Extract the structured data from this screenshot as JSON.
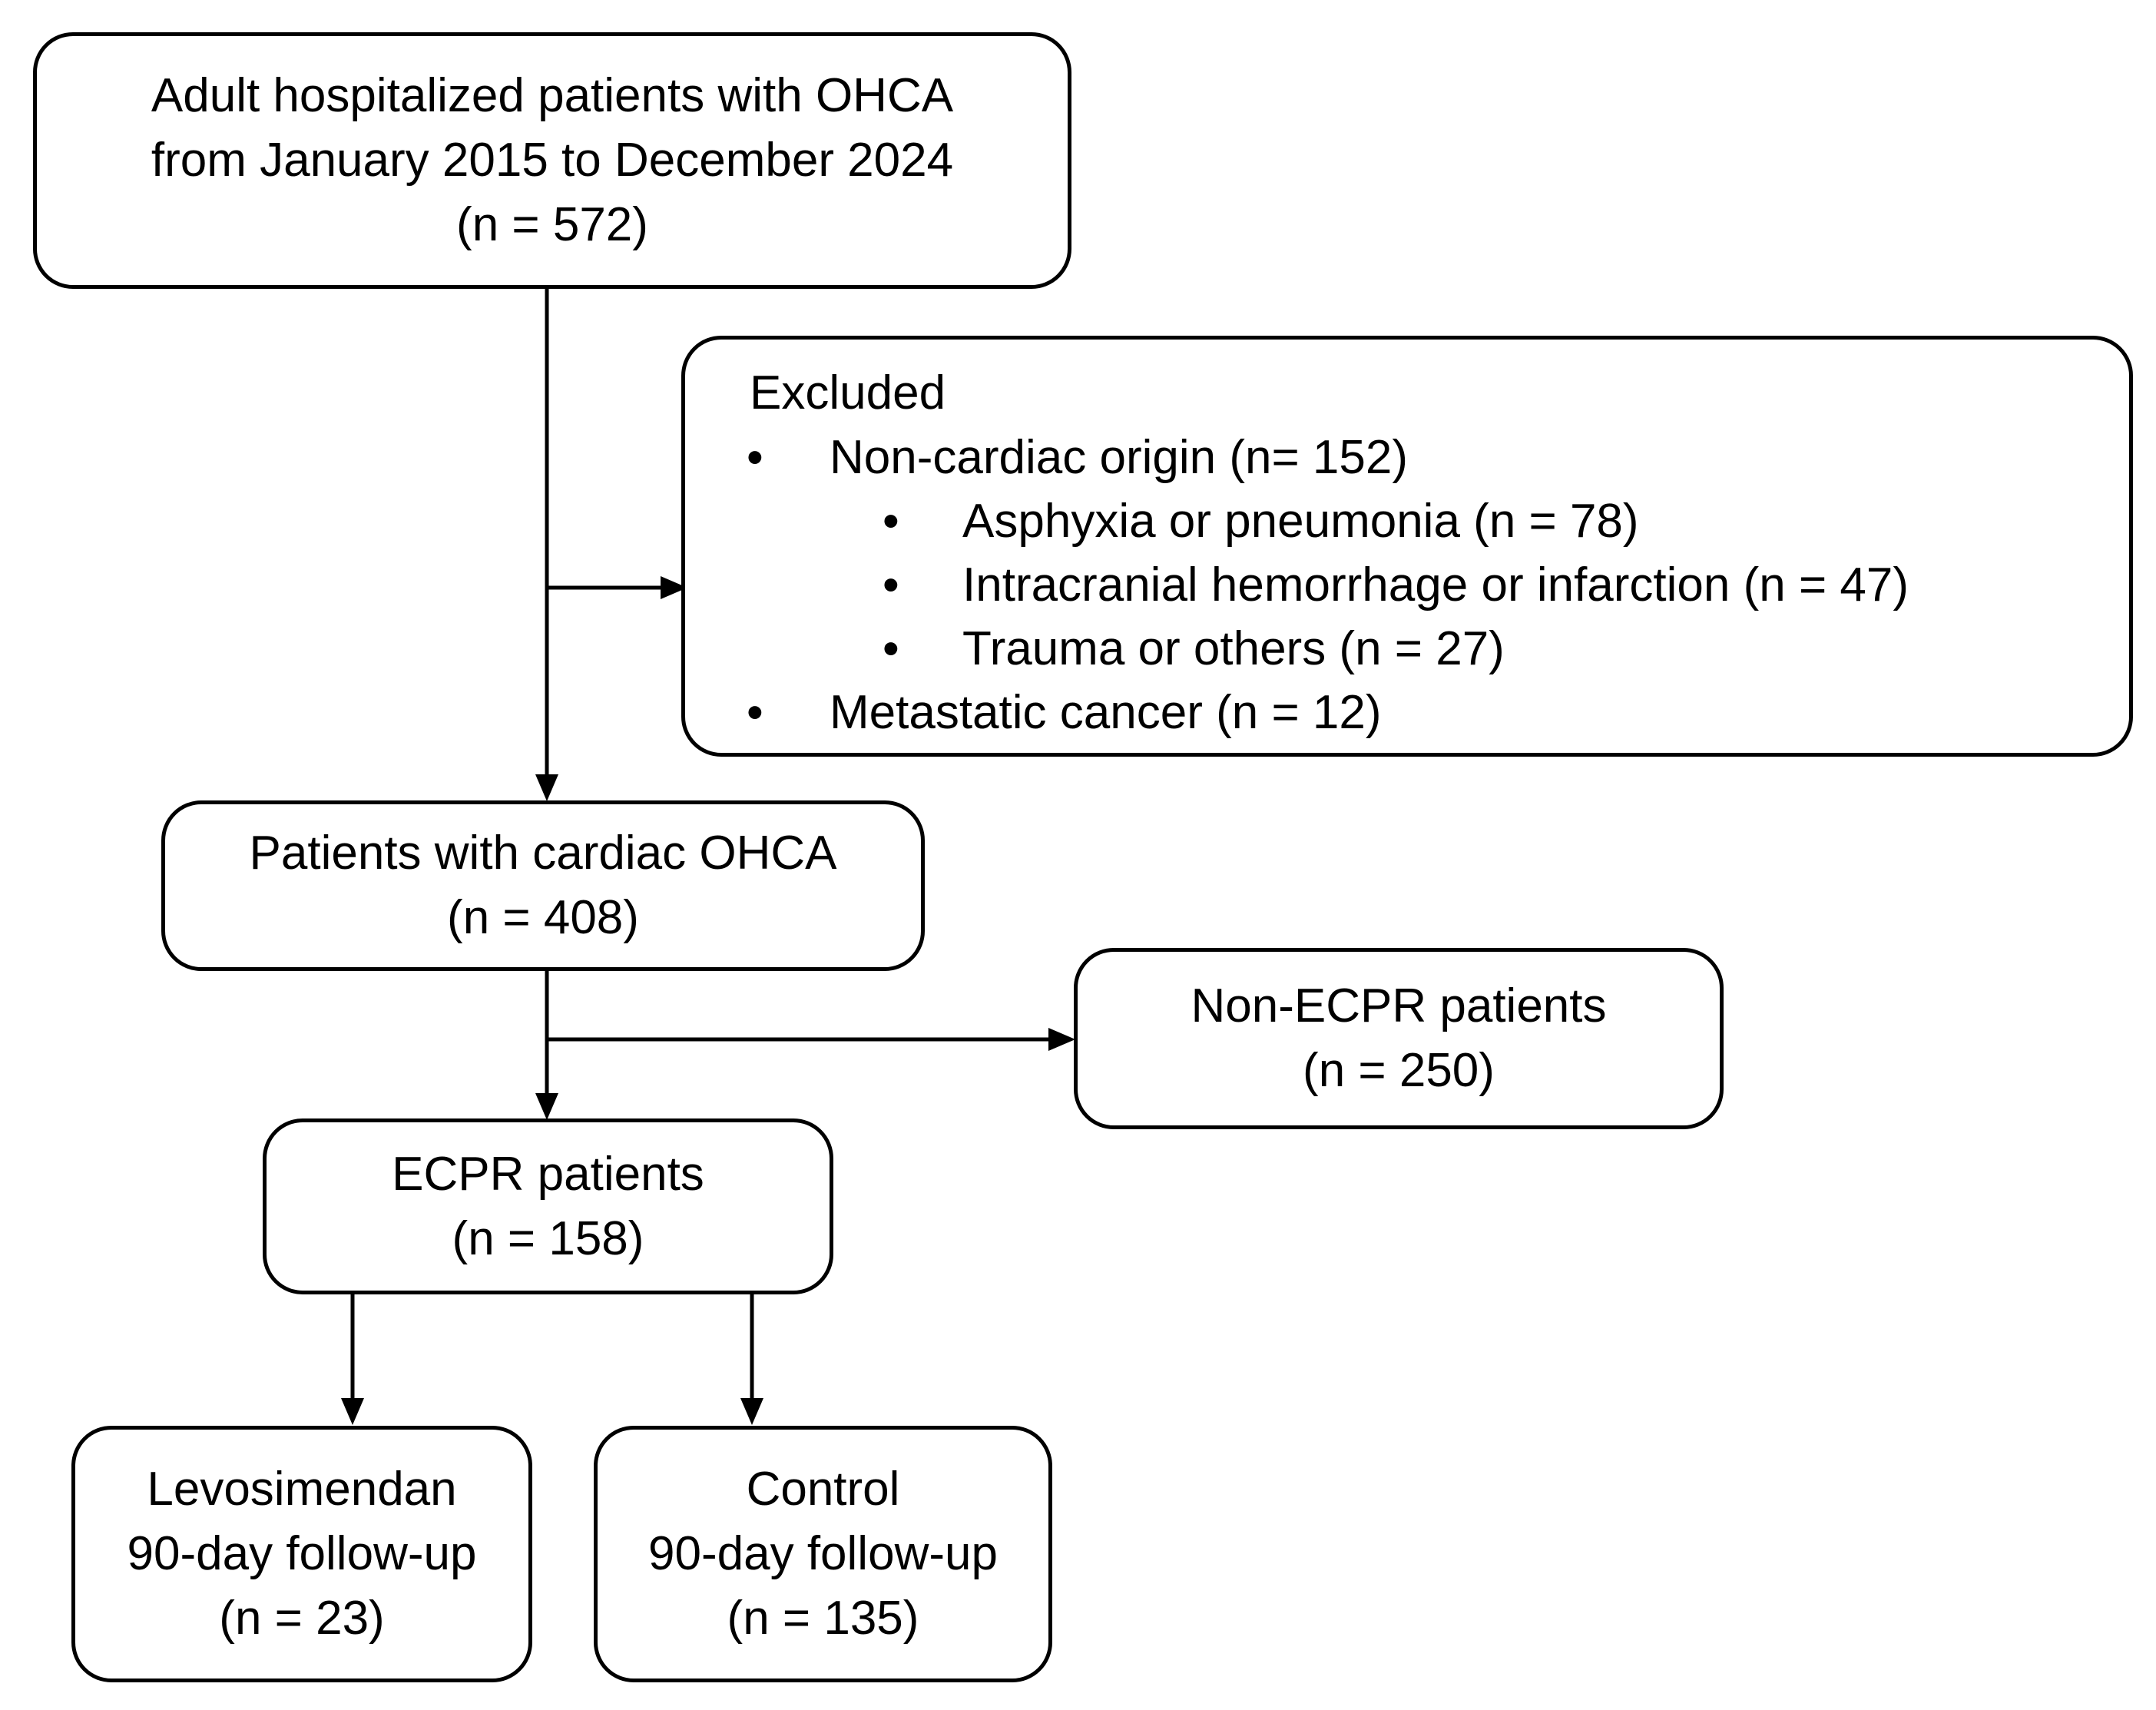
{
  "boxes": {
    "all": {
      "lines": [
        "Adult hospitalized patients with OHCA",
        "from January 2015 to December 2024",
        "(n = 572)"
      ]
    },
    "excluded": {
      "title": "Excluded",
      "items": [
        {
          "bullet": "•",
          "text": "Non-cardiac origin (n= 152)"
        },
        {
          "bullet": "•",
          "text": "Asphyxia or pneumonia (n = 78)"
        },
        {
          "bullet": "•",
          "text": "Intracranial hemorrhage or infarction (n = 47)"
        },
        {
          "bullet": "•",
          "text": "Trauma or others (n = 27)"
        },
        {
          "bullet": "•",
          "text": "Metastatic cancer (n = 12)"
        }
      ]
    },
    "cardiac": {
      "lines": [
        "Patients with cardiac OHCA",
        "(n = 408)"
      ]
    },
    "non_ecpr": {
      "lines": [
        "Non-ECPR patients",
        "(n = 250)"
      ]
    },
    "ecpr": {
      "lines": [
        "ECPR patients",
        "(n = 158)"
      ]
    },
    "levo": {
      "lines": [
        "Levosimendan",
        "90-day follow-up",
        "(n = 23)"
      ]
    },
    "control": {
      "lines": [
        "Control",
        "90-day follow-up",
        "(n = 135)"
      ]
    }
  }
}
